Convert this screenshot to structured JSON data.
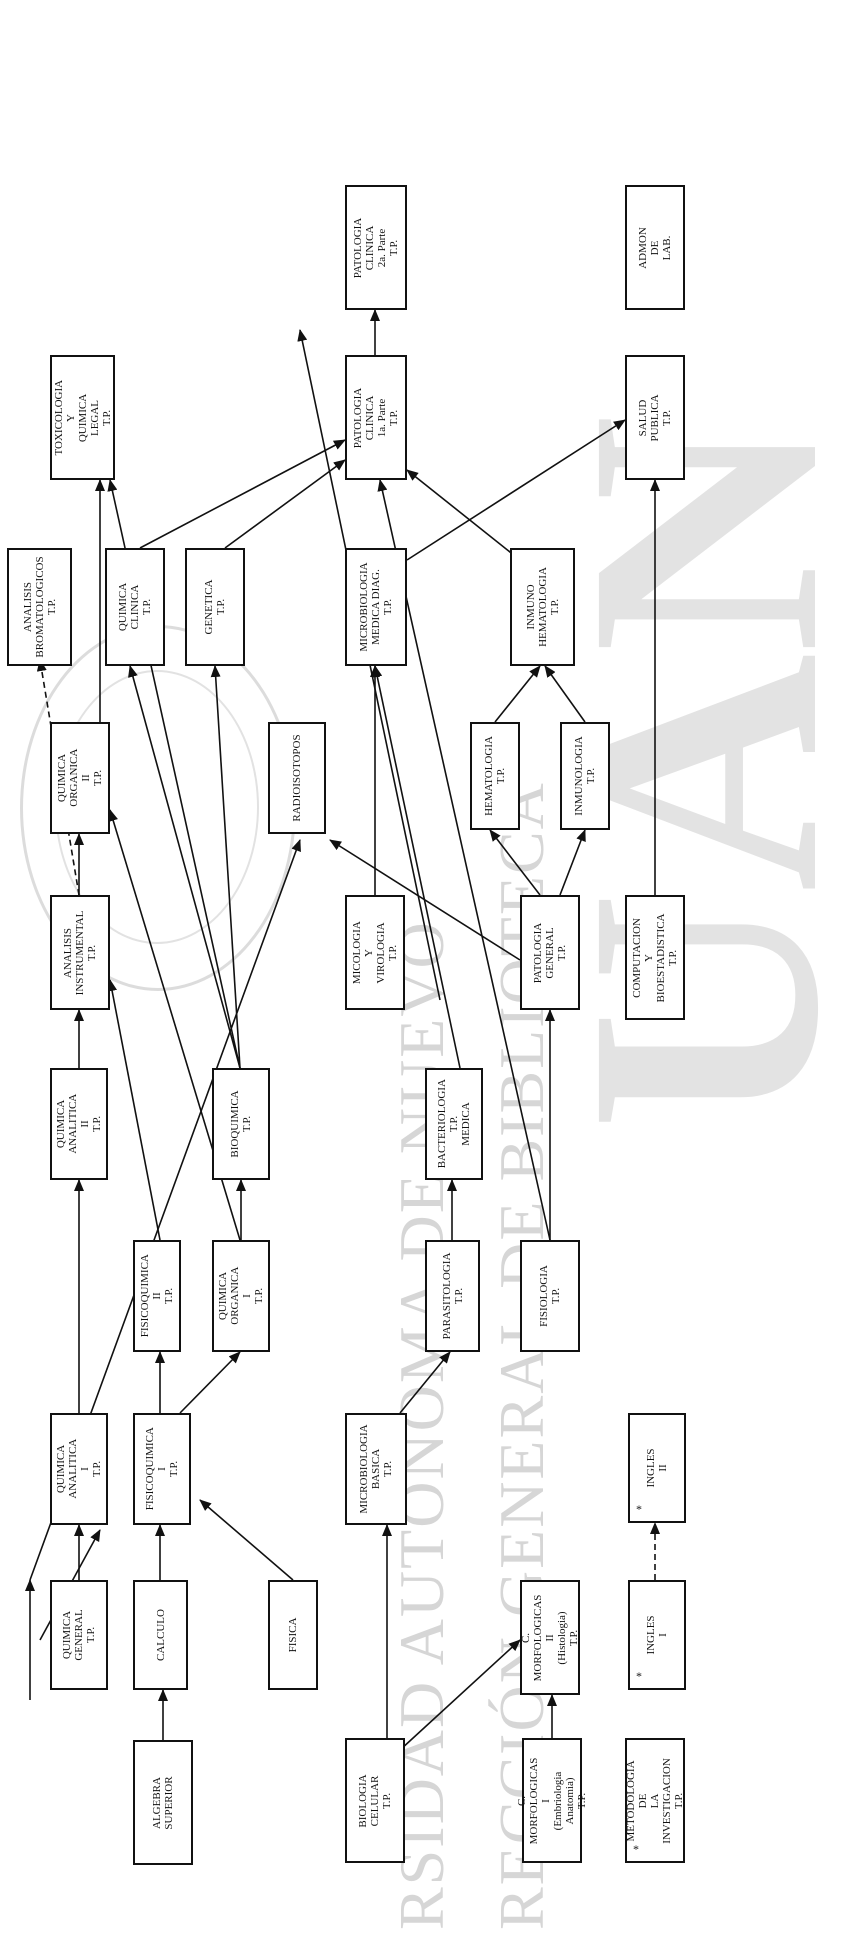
{
  "watermark": {
    "top": "RSIDAD AUTÓNOMA DE NUEVO",
    "bottom": "RECCIÓN GENERAL DE BIBLIOTECA",
    "big": "UAN"
  },
  "nodes": {
    "algebra": "ALGEBRA\nSUPERIOR",
    "calculo": "CALCULO",
    "fisica": "FISICA",
    "biologia": "BIOLOGIA\nCELULAR\nT.P.",
    "morf1": "C. MORFOLOGICAS I\n(Embriologia Anatomia)\nT.P.",
    "metodologia": "METODOLOGIA DE\nLA INVESTIGACION\nT.P.",
    "quim_general": "QUIMICA\nGENERAL\nT.P.",
    "morf2": "C. MORFOLOGICAS II\n(Histologia)\nT.P.",
    "ingles1": "INGLES I",
    "analitica1": "QUIMICA\nANALITICA I\nT.P.",
    "fisicoquim1": "FISICOQUIMICA I\nT.P.",
    "microbasica": "MICROBIOLOGIA\nBASICA\nT.P.",
    "ingles2": "INGLES II",
    "fisicoquim2": "FISICOQUIMICA II\nT.P.",
    "organica1": "QUIMICA\nORGANICA I\nT.P.",
    "parasitologia": "PARASITOLOGIA\nT.P.",
    "fisiologia": "FISIOLOGIA\nT.P.",
    "analitica2": "QUIMICA\nANALITICA II\nT.P.",
    "bioquimica": "BIOQUIMICA\nT.P.",
    "bacteriologia": "BACTERIOLOGIA T.P.\nMEDICA",
    "instrumental": "ANALISIS\nINSTRUMENTAL\nT.P.",
    "micologia": "MICOLOGIA Y\nVIROLOGIA T.P.",
    "patgeneral": "PATOLOGIA\nGENERAL\nT.P.",
    "computacion": "COMPUTACION Y\nBIOESTADISTICA\nT.P.",
    "organica2": "QUIMICA\nORGANICA II\nT.P.",
    "radioisotopos": "RADIOISOTOPOS",
    "hematologia": "HEMATOLOGIA\nT.P.",
    "inmunologia": "INMUNOLOGIA\nT.P.",
    "bromatologicos": "ANALISIS\nBROMATOLOGICOS\nT.P.",
    "quimclinica": "QUIMICA\nCLINICA T.P.",
    "genetica": "GENETICA\nT.P.",
    "micromedica": "MICROBIOLOGIA\nMEDICA DIAG. T.P.",
    "inmunohema": "INMUNO\nHEMATOLOGIA\nT.P.",
    "toxicologia": "TOXICOLOGIA Y\nQUIMICA LEGAL\nT.P.",
    "patclinica1": "PATOLOGIA\nCLINICA\n1a. Parte\nT.P.",
    "saludpublica": "SALUD\nPUBLICA\nT.P.",
    "patclinica2": "PATOLOGIA\nCLINICA\n2a. Parte\nT.P.",
    "admon": "ADMON DE\nLAB."
  },
  "notes": {
    "ingles1_mark": "*",
    "ingles2_mark": "*",
    "metodologia_mark": "*"
  }
}
